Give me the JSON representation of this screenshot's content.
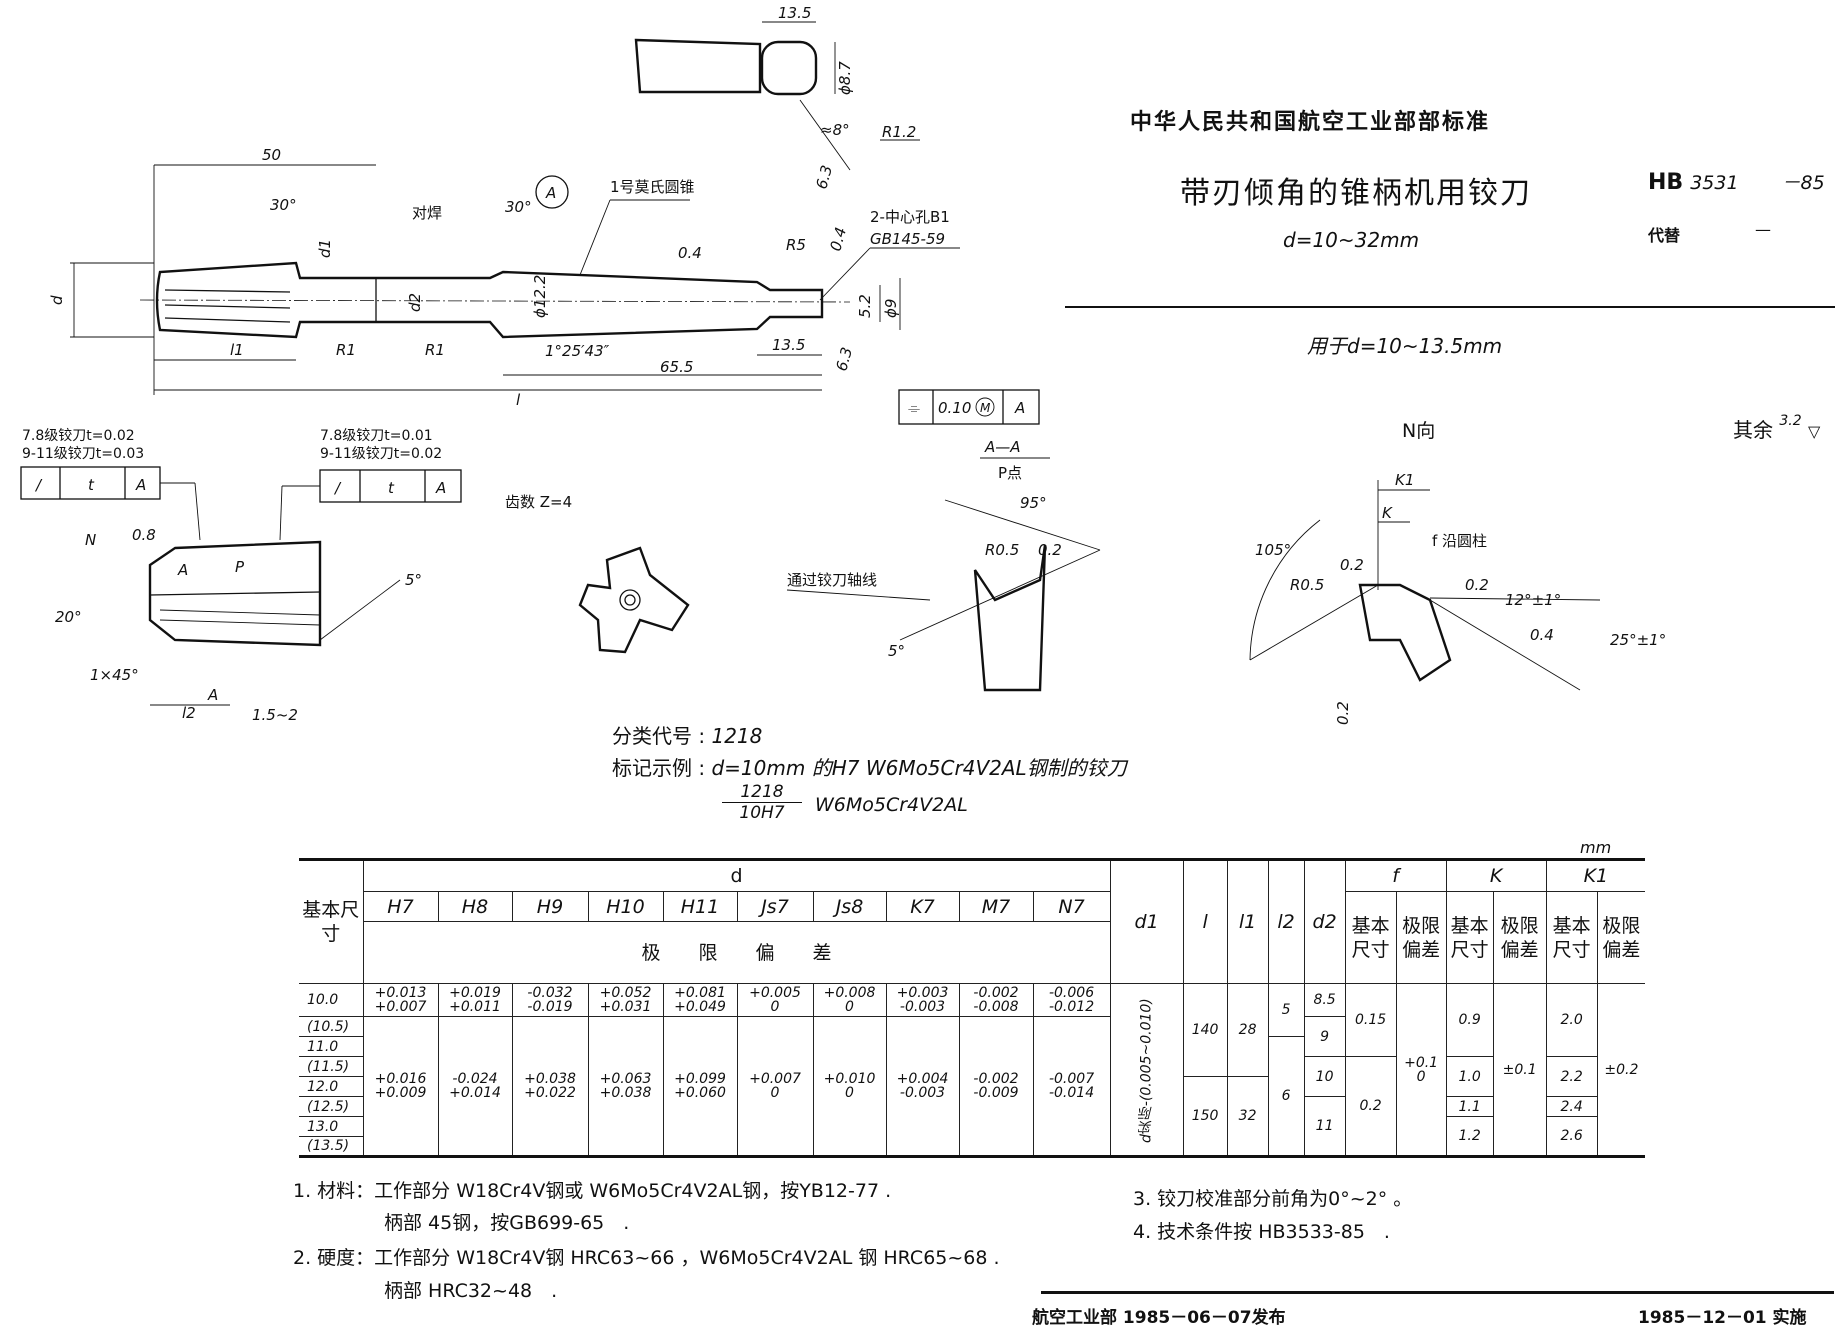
{
  "header": {
    "organization": "中华人民共和国航空工业部部标准",
    "title": "带刃倾角的锥柄机用铰刀",
    "range": "d=10~32mm",
    "standard_prefix": "HB",
    "standard_number": "3531",
    "standard_year": "－85",
    "replaces_label": "代替",
    "replaces_value": "—"
  },
  "subtitle": "用于d=10~13.5mm",
  "view_n_label": "N向",
  "roughness_note": {
    "label": "其余",
    "value": "3.2"
  },
  "drawing": {
    "top_detail": {
      "width": "13.5",
      "dia": "ϕ8.7",
      "angle": "≈8°",
      "radius": "R1.2",
      "roughness": "6.3"
    },
    "main": {
      "len_50": "50",
      "angle_30_a": "30°",
      "d1": "d1",
      "weld": "对焊",
      "angle_30_b": "30°",
      "datum": "A",
      "morse_taper": "1号莫氏圆锥",
      "center_hole": "2-中心孔B1",
      "center_hole_std": "GB145-59",
      "r5": "R5",
      "rough_04_a": "0.4",
      "rough_04_b": "0.4",
      "d": "d",
      "d2": "d2",
      "dia_122": "ϕ12.2",
      "dim_52": "5.2",
      "dia_9": "ϕ9",
      "l1": "l1",
      "r1_a": "R1",
      "r1_b": "R1",
      "taper_angle": "1°25′43″",
      "len_655": "65.5",
      "len_135": "13.5",
      "rough_63": "6.3",
      "l": "l",
      "tolerance_frame": {
        "symbol": "⌯",
        "value": "0.10",
        "modifier": "M",
        "datum": "A"
      }
    },
    "runout_left": {
      "line1": "7.8级铰刀t=0.02",
      "line2": "9-11级铰刀t=0.03",
      "symbol": "/",
      "t": "t",
      "datum": "A"
    },
    "runout_right": {
      "line1": "7.8级铰刀t=0.01",
      "line2": "9-11级铰刀t=0.02",
      "symbol": "/",
      "t": "t",
      "datum": "A"
    },
    "tip_detail": {
      "n": "N",
      "r08": "0.8",
      "a": "A",
      "p": "P",
      "angle_5": "5°",
      "angle_20": "20°",
      "chamfer": "1×45°",
      "a2": "A",
      "l2": "l2",
      "len": "1.5~2"
    },
    "cross_section": {
      "teeth": "齿数 Z=4"
    },
    "section_aa": {
      "title": "A—A",
      "subtitle": "P点",
      "angle_95": "95°",
      "r05": "R0.5",
      "rough_02": "0.2",
      "axis_note": "通过铰刀轴线",
      "angle_5": "5°"
    },
    "view_n": {
      "k1": "K1",
      "k": "K",
      "f_note": "f 沿圆柱",
      "angle_105": "105°",
      "rough_02a": "0.2",
      "r05": "R0.5",
      "rough_02b": "0.2",
      "angle_12": "12°±1°",
      "rough_04": "0.4",
      "angle_25": "25°±1°",
      "rough_02c": "0.2"
    }
  },
  "classification": {
    "code_label": "分类代号",
    "code_value": "1218",
    "example_label": "标记示例",
    "example_text": "d=10mm 的H7  W6Mo5Cr4V2AL钢制的铰刀",
    "example_numerator": "1218",
    "example_denominator": "10H7",
    "example_material": "W6Mo5Cr4V2AL"
  },
  "table": {
    "unit": "mm",
    "basic_size_label": "基本尺寸",
    "d_label": "d",
    "grades": [
      "H7",
      "H8",
      "H9",
      "H10",
      "H11",
      "Js7",
      "Js8",
      "K7",
      "M7",
      "N7"
    ],
    "limit_dev_label": "极　　限　　偏　　差",
    "d1_label": "d1",
    "l_label": "l",
    "l1_label": "l1",
    "l2_label": "l2",
    "d2_label": "d2",
    "f_label": "f",
    "k_label": "K",
    "k1_label": "K1",
    "sub_basic": "基本尺寸",
    "sub_limit": "极限偏差",
    "basic_sizes": [
      "10.0",
      "(10.5)",
      "11.0",
      "(11.5)",
      "12.0",
      "(12.5)",
      "13.0",
      "(13.5)"
    ],
    "deviation_groups": [
      {
        "rows": 1,
        "upper": [
          "+0.013",
          "+0.019",
          "-0.032",
          "+0.052",
          "+0.081",
          "+0.005",
          "+0.008",
          "+0.003",
          "-0.002",
          "-0.006"
        ],
        "lower": [
          "+0.007",
          "+0.011",
          "-0.019",
          "+0.031",
          "+0.049",
          "0",
          "0",
          "-0.003",
          "-0.008",
          "-0.012"
        ]
      },
      {
        "rows": 7,
        "upper": [
          "+0.016",
          "-0.024",
          "+0.038",
          "+0.063",
          "+0.099",
          "+0.007",
          "+0.010",
          "+0.004",
          "-0.002",
          "-0.007"
        ],
        "lower": [
          "+0.009",
          "+0.014",
          "+0.022",
          "+0.038",
          "+0.060",
          "0",
          "0",
          "-0.003",
          "-0.009",
          "-0.014"
        ]
      }
    ],
    "d1_value": "d实际-(0.005~0.010)",
    "l_values": [
      {
        "value": "140",
        "rows": 4
      },
      {
        "value": "150",
        "rows": 4
      }
    ],
    "l1_values": [
      {
        "value": "28",
        "rows": 4
      },
      {
        "value": "32",
        "rows": 4
      }
    ],
    "l2_values": [
      {
        "value": "5",
        "rows": 2
      },
      {
        "value": "6",
        "rows": 6
      }
    ],
    "d2_values": [
      {
        "value": "8.5",
        "rows": 1
      },
      {
        "value": "9",
        "rows": 2
      },
      {
        "value": "10",
        "rows": 2
      },
      {
        "value": "11",
        "rows": 3
      }
    ],
    "f_basic": [
      {
        "value": "0.15",
        "rows": 3
      },
      {
        "value": "0.2",
        "rows": 5
      }
    ],
    "f_limit": {
      "upper": "+0.1",
      "lower": "0"
    },
    "k_basic": [
      {
        "value": "0.9",
        "rows": 3
      },
      {
        "value": "1.0",
        "rows": 2
      },
      {
        "value": "1.1",
        "rows": 1
      },
      {
        "value": "1.2",
        "rows": 2
      }
    ],
    "k_limit": "±0.1",
    "k1_basic": [
      {
        "value": "2.0",
        "rows": 3
      },
      {
        "value": "2.2",
        "rows": 2
      },
      {
        "value": "2.4",
        "rows": 1
      },
      {
        "value": "2.6",
        "rows": 2
      }
    ],
    "k1_limit": "±0.2"
  },
  "notes": [
    "1. 材料：工作部分 W18Cr4V钢或 W6Mo5Cr4V2AL钢，按YB12-77 .",
    "柄部 45钢，按GB699-65　.",
    "2. 硬度：工作部分 W18Cr4V钢 HRC63~66 ，W6Mo5Cr4V2AL 钢 HRC65~68 .",
    "柄部 HRC32~48　.",
    "3. 铰刀校准部分前角为0°~2° 。",
    "4. 技术条件按 HB3533-85　."
  ],
  "footer": {
    "issued": "航空工业部 1985－06－07发布",
    "effective": "1985－12－01 实施"
  }
}
